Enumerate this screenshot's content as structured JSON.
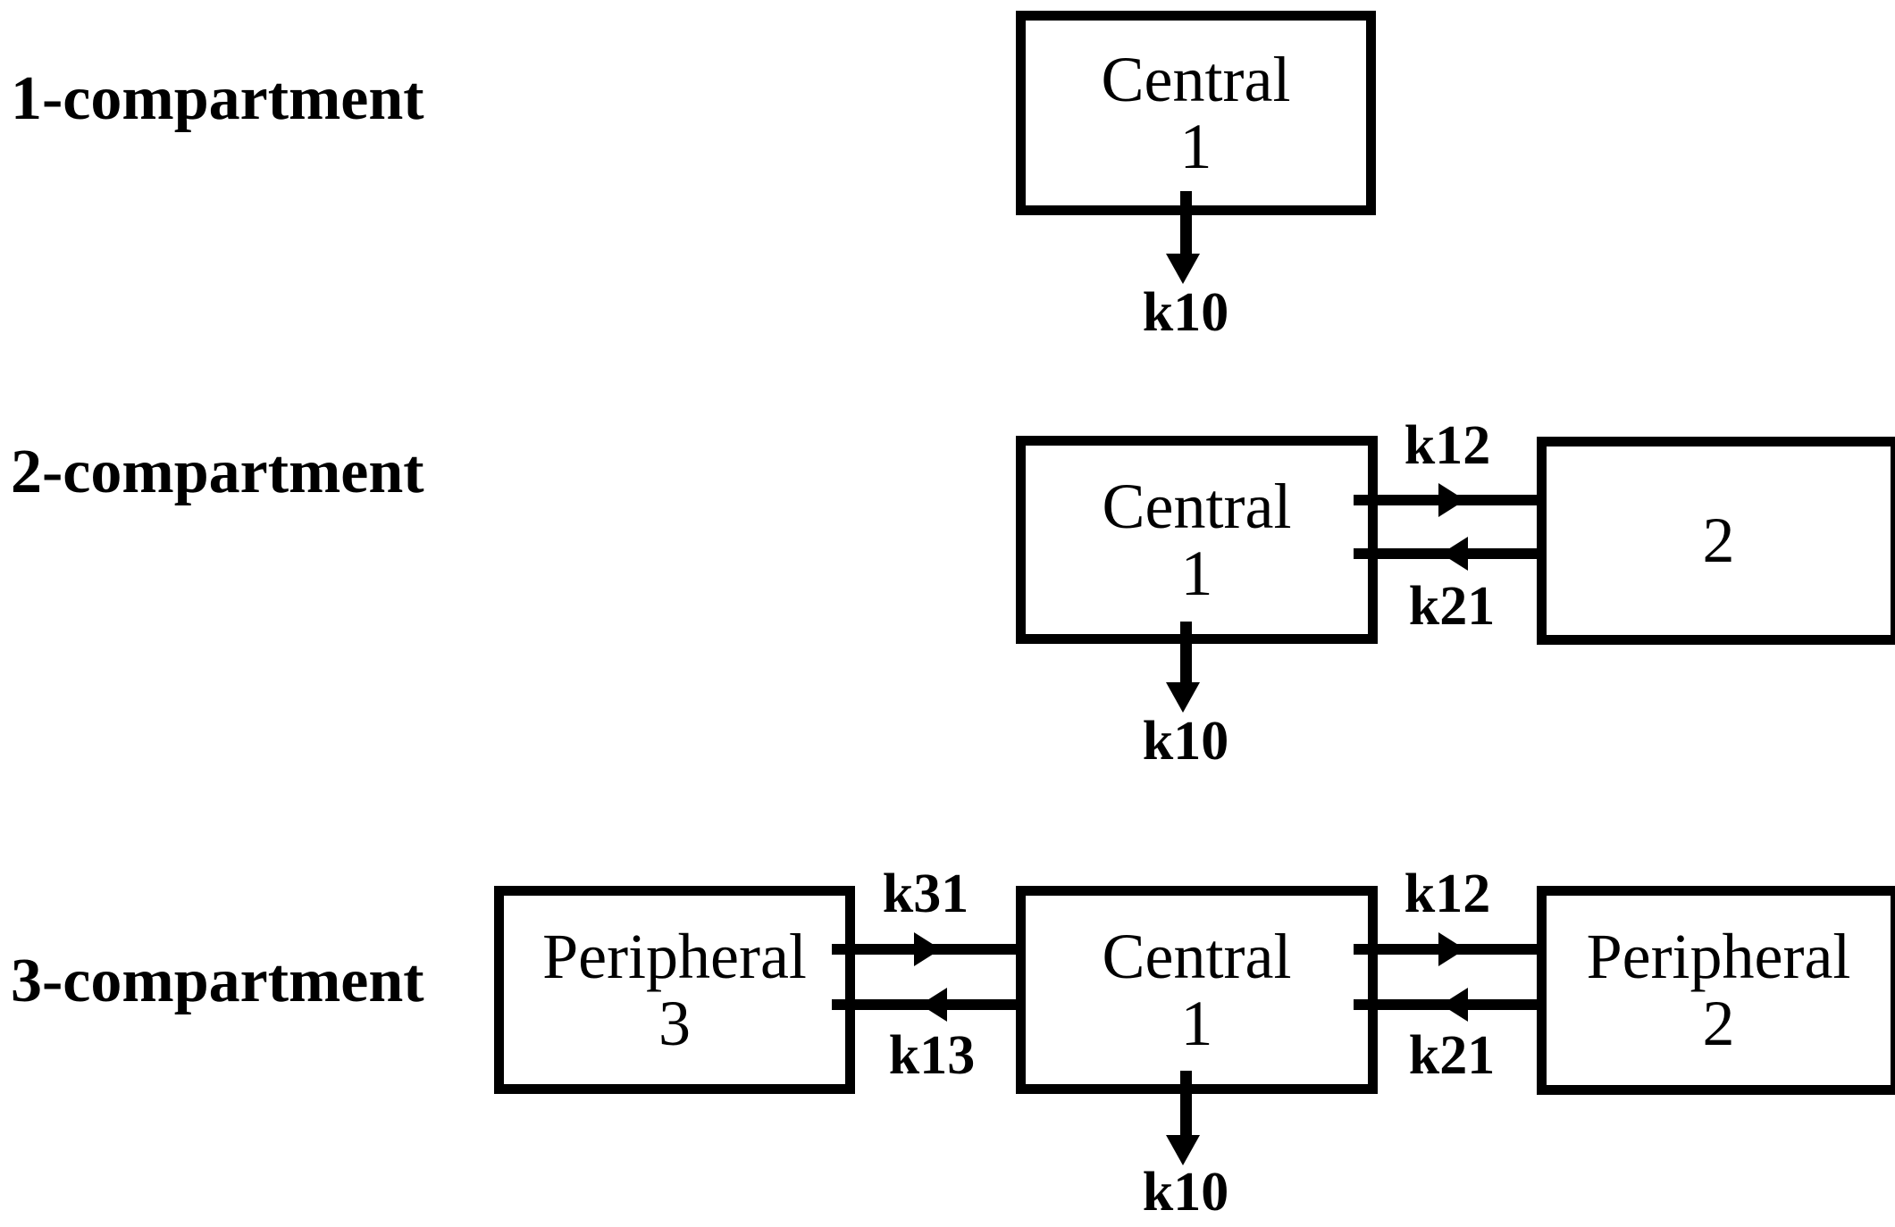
{
  "figure": {
    "description": "Compartmental pharmacokinetic model diagrams",
    "background_color": "#ffffff",
    "ink_color": "#000000"
  },
  "models": [
    {
      "label": "1-compartment",
      "central_box": {
        "line1": "Central",
        "line2": "1"
      },
      "k10_label": "k10"
    },
    {
      "label": "2-compartment",
      "central_box": {
        "line1": "Central",
        "line2": "1"
      },
      "compartment2_box": {
        "line1": "2"
      },
      "k12_label": "k12",
      "k21_label": "k21",
      "k10_label": "k10"
    },
    {
      "label": "3-compartment",
      "peripheral3_box": {
        "line1": "Peripheral",
        "line2": "3"
      },
      "central_box": {
        "line1": "Central",
        "line2": "1"
      },
      "peripheral2_box": {
        "line1": "Peripheral",
        "line2": "2"
      },
      "k31_label": "k31",
      "k13_label": "k13",
      "k12_label": "k12",
      "k21_label": "k21",
      "k10_label": "k10"
    }
  ]
}
